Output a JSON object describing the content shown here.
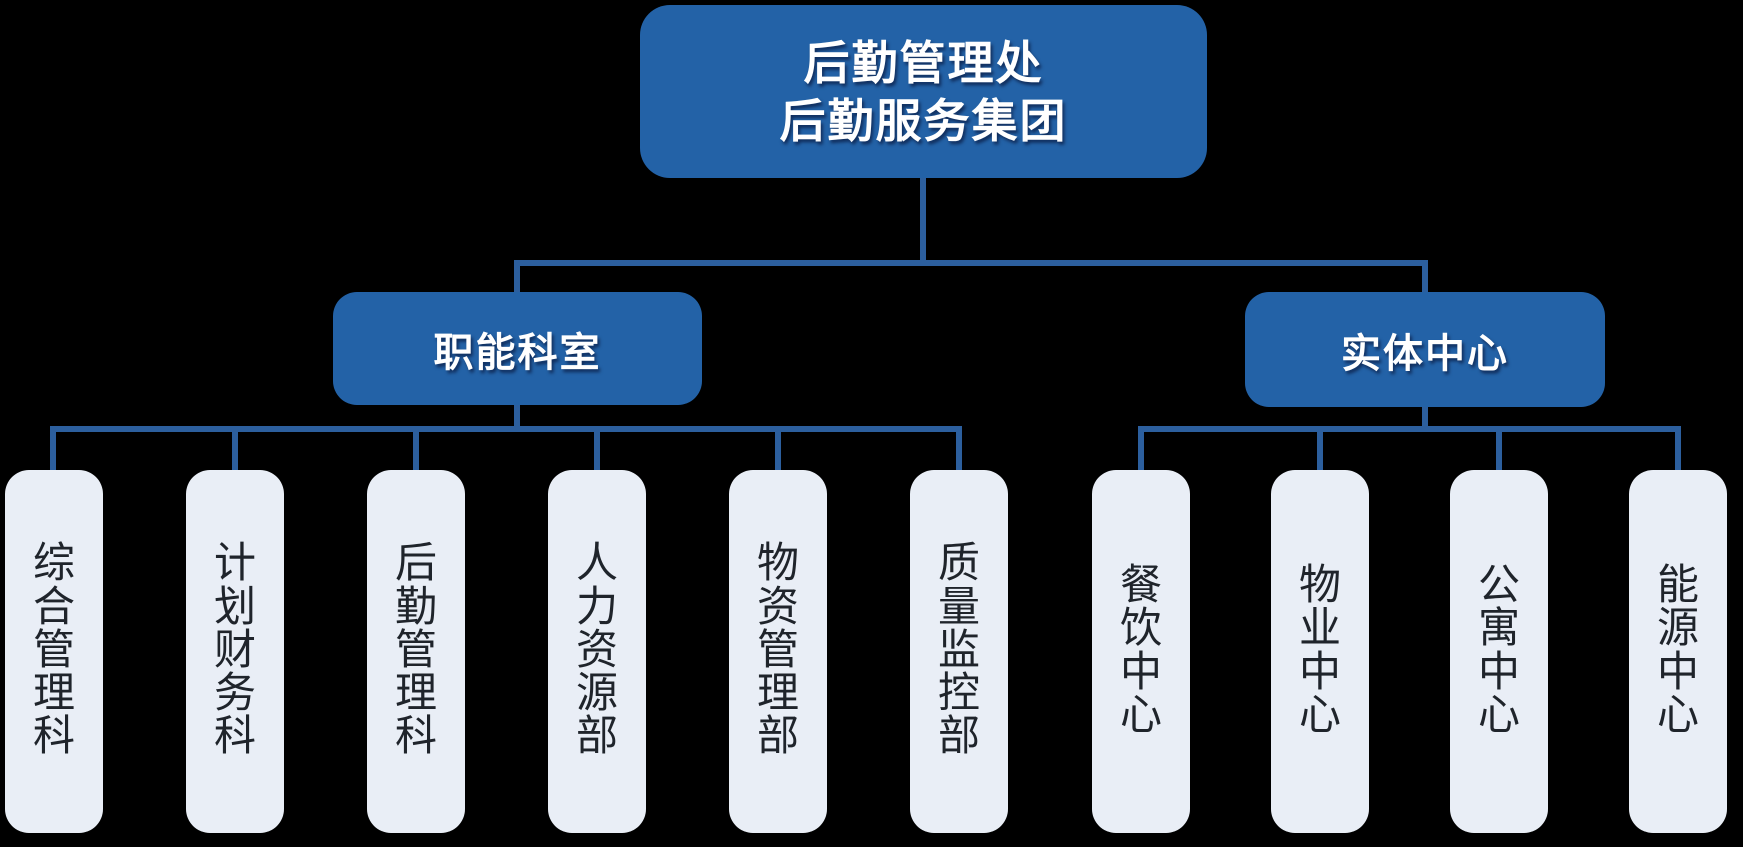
{
  "org": {
    "root": {
      "line1": "后勤管理处",
      "line2": "后勤服务集团"
    },
    "branches": [
      {
        "label": "职能科室",
        "children": [
          "综合管理科",
          "计划财务科",
          "后勤管理科",
          "人力资源部",
          "物资管理部",
          "质量监控部"
        ]
      },
      {
        "label": "实体中心",
        "children": [
          "餐饮中心",
          "物业中心",
          "公寓中心",
          "能源中心"
        ]
      }
    ]
  },
  "colors": {
    "background": "#000000",
    "node_fill": "#2362A7",
    "node_text": "#FFFFFF",
    "connector": "#2C5F9E",
    "child_fill": "#E9EEF6",
    "child_text": "#1F242B"
  }
}
